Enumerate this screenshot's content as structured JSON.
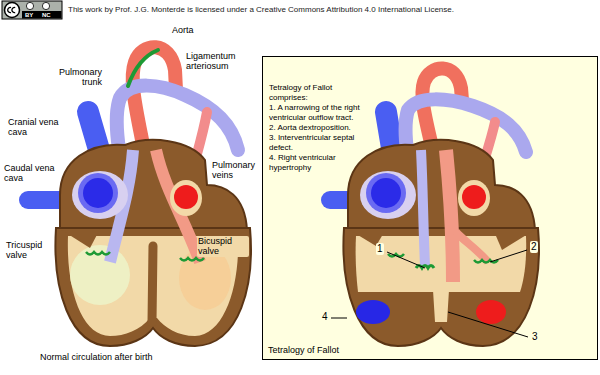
{
  "diagram": {
    "nodes": [
      {
        "text": [
          "Tetralogy of Fallot comprises:",
          "1. A narrowing of the right ventricular outflow tract.",
          "2. Aorta dextroposition.",
          "3. Interventricular septal defect.",
          "4. Right ventricular hypertrophy",
          "Tetralogy of Fallot"
        ]
      }
    ],
    "labels": [
      "BY",
      "NC",
      "This work by Prof. J.G. Monterde is licensed under a Creative Commons Attribution 4.0 International License.",
      "Aorta",
      "Pulmonary trunk",
      "Ligamentum arteriosum",
      "Cranial vena cava",
      "Caudal vena cava",
      "Pulmonary veins",
      "Tricuspid valve",
      "Bicuspid valve",
      "Normal circulation after birth",
      "1",
      "2",
      "3",
      "4"
    ]
  }
}
